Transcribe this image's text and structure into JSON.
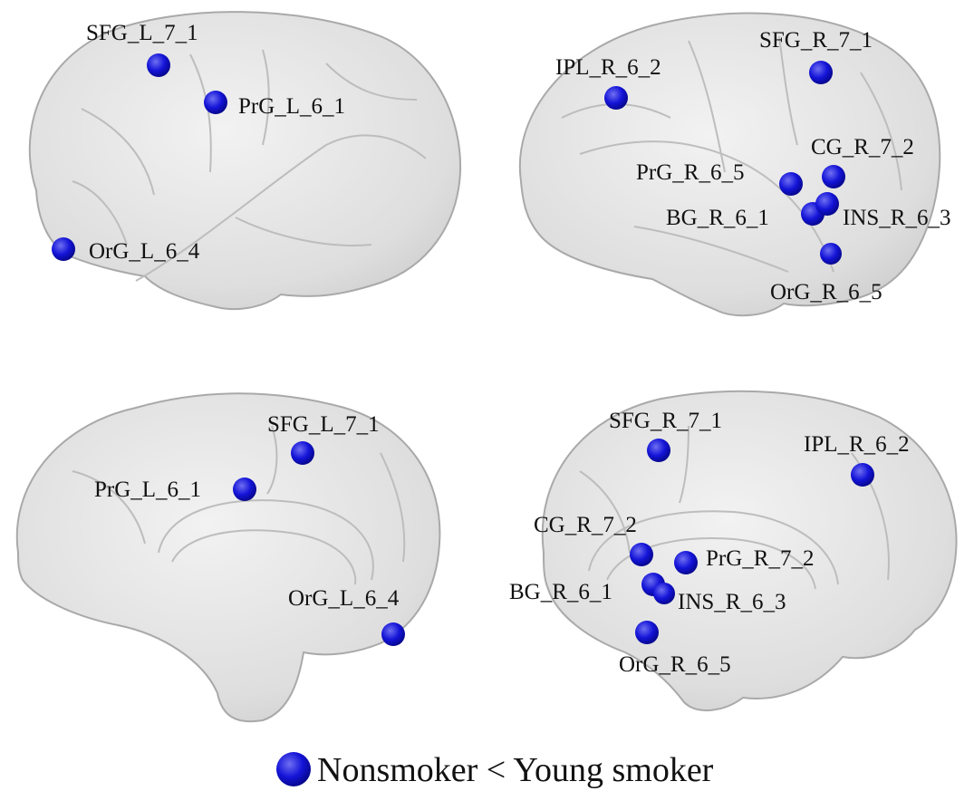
{
  "colors": {
    "node": "#1414d8",
    "node_dark": "#050585",
    "node_light": "#6f6ff2",
    "brain_fill": "#dcdcdc",
    "brain_edge": "#a9a9a9",
    "text": "#111111"
  },
  "panels": [
    {
      "view": "left-lateral",
      "nodes": [
        {
          "label": "SFG_L_7_1"
        },
        {
          "label": "PrG_L_6_1"
        },
        {
          "label": "OrG_L_6_4"
        }
      ]
    },
    {
      "view": "right-lateral",
      "nodes": [
        {
          "label": "IPL_R_6_2"
        },
        {
          "label": "SFG_R_7_1"
        },
        {
          "label": "CG_R_7_2"
        },
        {
          "label": "PrG_R_6_5"
        },
        {
          "label": "BG_R_6_1"
        },
        {
          "label": "INS_R_6_3"
        },
        {
          "label": "OrG_R_6_5"
        }
      ]
    },
    {
      "view": "left-medial",
      "nodes": [
        {
          "label": "SFG_L_7_1"
        },
        {
          "label": "PrG_L_6_1"
        },
        {
          "label": "OrG_L_6_4"
        }
      ]
    },
    {
      "view": "right-medial",
      "nodes": [
        {
          "label": "SFG_R_7_1"
        },
        {
          "label": "IPL_R_6_2"
        },
        {
          "label": "CG_R_7_2"
        },
        {
          "label": "PrG_R_7_2"
        },
        {
          "label": "BG_R_6_1"
        },
        {
          "label": "INS_R_6_3"
        },
        {
          "label": "OrG_R_6_5"
        }
      ]
    }
  ],
  "legend": {
    "label": "Nonsmoker < Young smoker",
    "marker": "filled-circle"
  }
}
